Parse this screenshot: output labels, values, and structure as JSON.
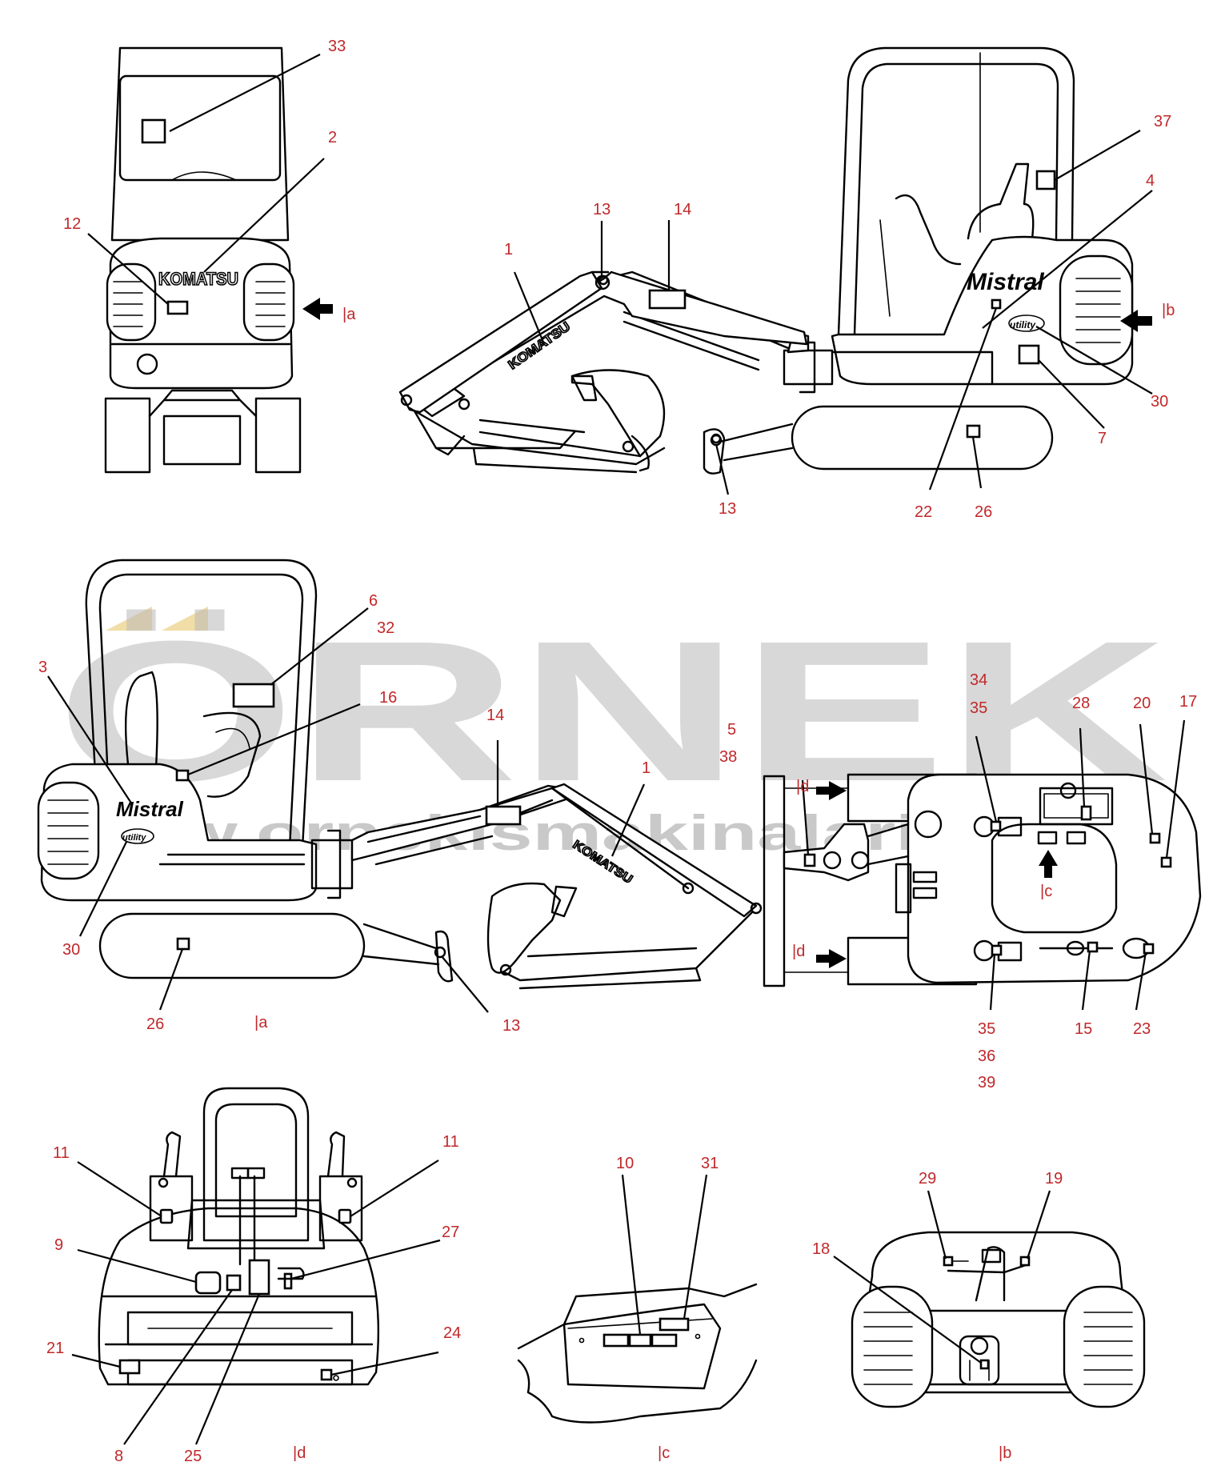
{
  "watermark": {
    "text": "ÖRNEK",
    "url": "www.ornekismakinalari.com.tr"
  },
  "brand": {
    "komatsu": "KOMATSU",
    "mistral": "Mistral",
    "utility": "utility"
  },
  "views": {
    "rear": {
      "callouts": [
        "33",
        "2",
        "12"
      ],
      "view_marker": "|a"
    },
    "side_left": {
      "callouts": [
        "1",
        "13",
        "14",
        "13",
        "37",
        "4",
        "30",
        "7",
        "22",
        "26"
      ],
      "view_marker": "|b"
    },
    "side_right": {
      "callouts": [
        "3",
        "6",
        "32",
        "16",
        "14",
        "1",
        "30",
        "26",
        "13"
      ],
      "caption": "|a"
    },
    "top": {
      "callouts": [
        "34",
        "35",
        "28",
        "20",
        "17",
        "5",
        "38",
        "35",
        "36",
        "39",
        "15",
        "23"
      ],
      "view_marker_c": "|c",
      "view_marker_d1": "|d",
      "view_marker_d2": "|d"
    },
    "cab_interior": {
      "callouts": [
        "11",
        "11",
        "9",
        "27",
        "21",
        "24",
        "8",
        "25"
      ],
      "caption": "|d"
    },
    "panel_detail": {
      "callouts": [
        "10",
        "31"
      ],
      "caption": "|c"
    },
    "engine_rear": {
      "callouts": [
        "29",
        "19",
        "18"
      ],
      "caption": "|b"
    }
  },
  "colors": {
    "callout": "#c0282a",
    "line": "#000000",
    "watermark": "#b9b9b9",
    "watermark_accent": "#e8c76a"
  }
}
